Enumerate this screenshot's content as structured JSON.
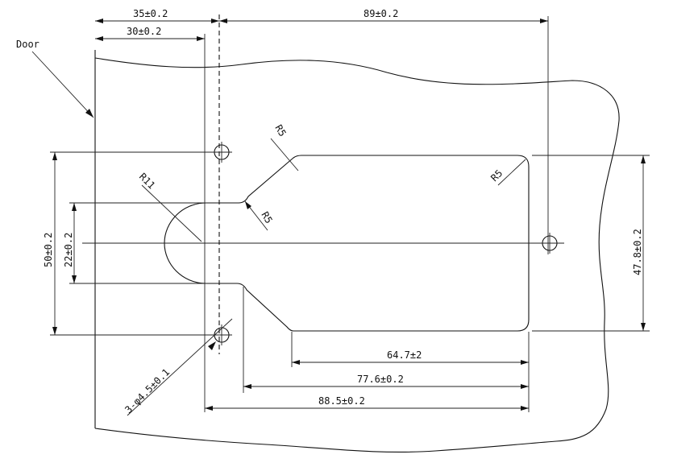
{
  "labels": {
    "door": "Door",
    "dim_35": "35±0.2",
    "dim_89": "89±0.2",
    "dim_30": "30±0.2",
    "dim_50": "50±0.2",
    "dim_22": "22±0.2",
    "dim_47_8": "47.8±0.2",
    "dim_64_7": "64.7±2",
    "dim_77_6": "77.6±0.2",
    "dim_88_5": "88.5±0.2",
    "r11": "R11",
    "r5_top": "R5",
    "r5_neck": "R5",
    "r5_right": "R5",
    "holes": "3-φ4.5±0.1"
  }
}
